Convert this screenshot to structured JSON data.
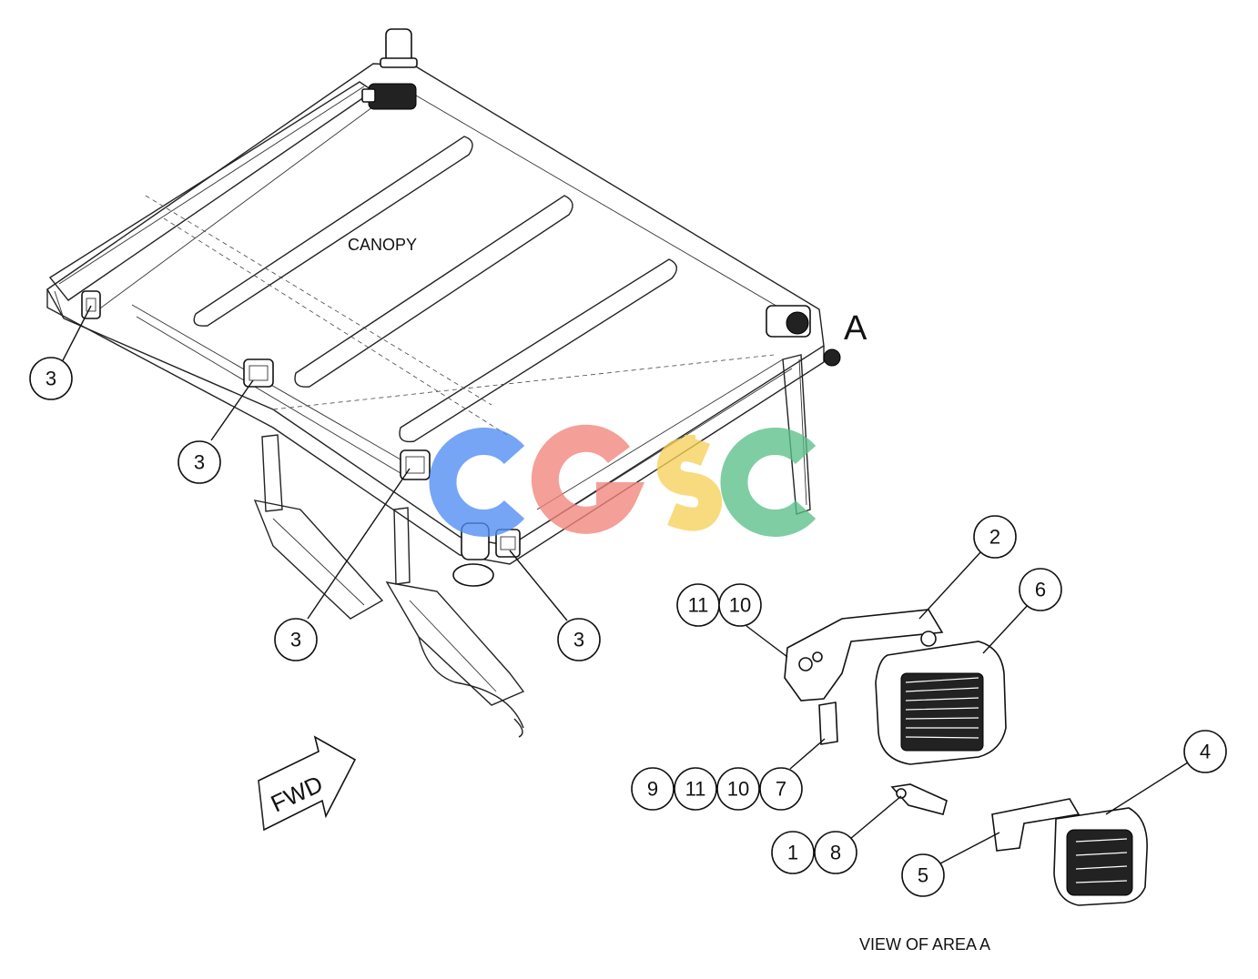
{
  "labels": {
    "canopy": "CANOPY",
    "area_marker": "A",
    "fwd": "FWD",
    "view_caption": "VIEW OF AREA A"
  },
  "callouts": {
    "c3a": "3",
    "c3b": "3",
    "c3c": "3",
    "c3d": "3",
    "c2": "2",
    "c6": "6",
    "c4": "4",
    "c5": "5",
    "c11a": "11",
    "c10a": "10",
    "c9": "9",
    "c11b": "11",
    "c10b": "10",
    "c7": "7",
    "c1": "1",
    "c8": "8"
  },
  "watermark": {
    "letters": [
      "C",
      "G",
      "S",
      "C"
    ],
    "colors": [
      "#4f8cf2",
      "#f2857c",
      "#f7d15a",
      "#5cbf8a"
    ]
  }
}
